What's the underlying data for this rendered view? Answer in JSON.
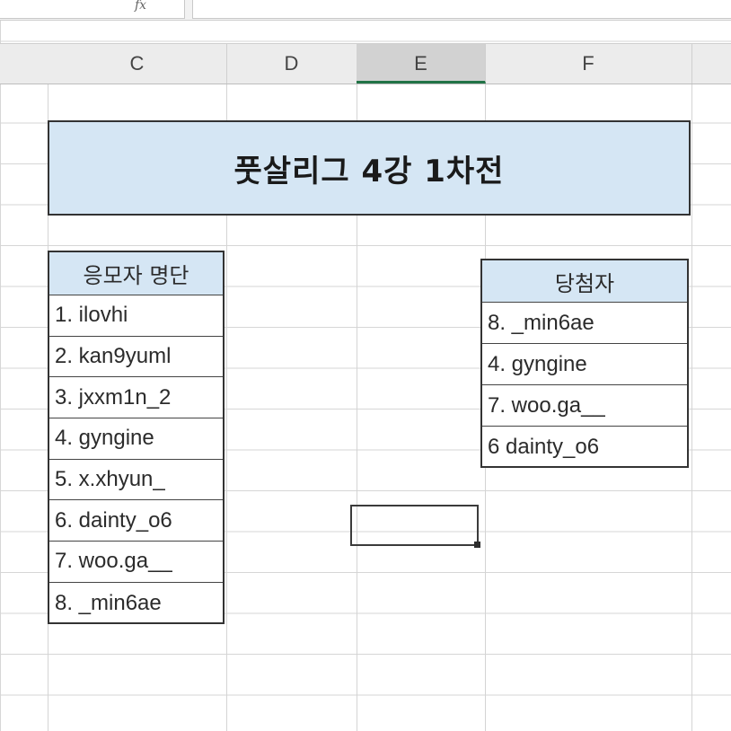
{
  "formula_bar": {
    "fx_label": "fx"
  },
  "column_headers": [
    "C",
    "D",
    "E",
    "F"
  ],
  "selected_column": "E",
  "title": "풋살리그 4강 1차전",
  "applicants_table": {
    "header": "응모자 명단",
    "rows": [
      "1. ilovhi",
      "2. kan9yuml",
      "3. jxxm1n_2",
      "4. gyngine",
      "5. x.xhyun_",
      "6. dainty_o6",
      "7. woo.ga__",
      "8. _min6ae"
    ]
  },
  "winners_table": {
    "header": "당첨자",
    "rows": [
      "8. _min6ae",
      "4. gyngine",
      "7. woo.ga__",
      "6  dainty_o6"
    ]
  },
  "colors": {
    "header_fill": "#d5e6f4",
    "border": "#333333",
    "selection_accent": "#217346"
  }
}
